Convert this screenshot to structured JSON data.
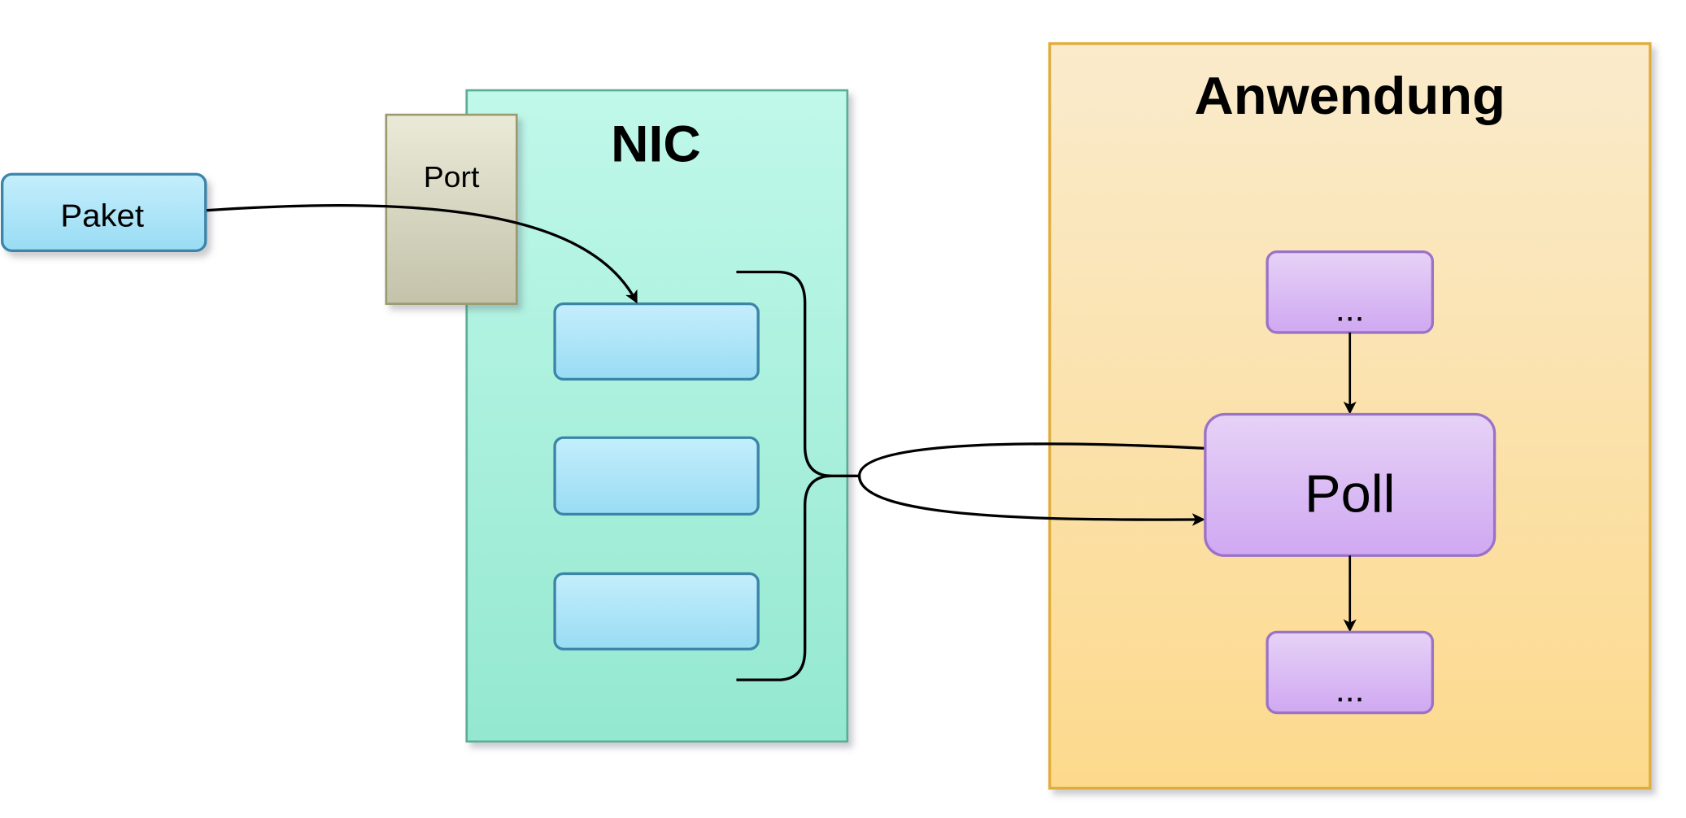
{
  "packet": {
    "label": "Paket"
  },
  "port": {
    "label": "Port"
  },
  "nic": {
    "title": "NIC",
    "queue_count": 3
  },
  "application": {
    "title": "Anwendung"
  },
  "steps": {
    "before": "...",
    "poll": "Poll",
    "after": "..."
  },
  "colors": {
    "packet_fill": "#b8e8f8",
    "packet_stroke": "#3a85a8",
    "nic_fill": "#b8f5e4",
    "nic_stroke": "#5aad94",
    "port_fill": "#dcdcc8",
    "port_stroke": "#9a9a70",
    "app_fill": "#fbe6be",
    "app_stroke": "#e0ac3a",
    "step_fill": "#dcc2f4",
    "step_stroke": "#9a72c8"
  }
}
